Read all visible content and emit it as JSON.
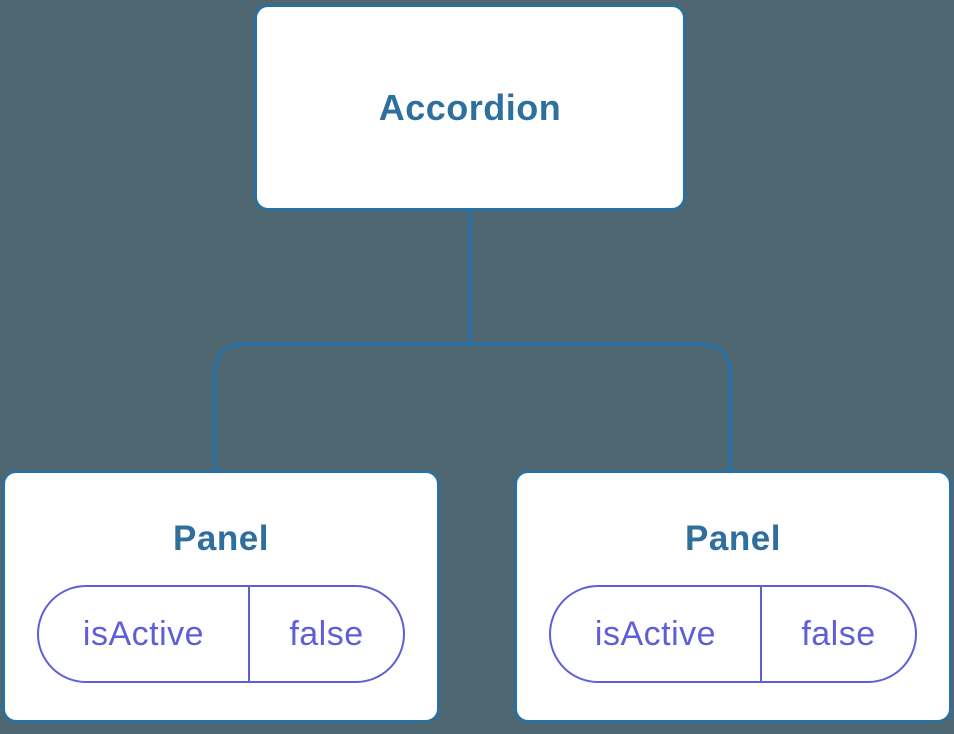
{
  "diagram": {
    "type": "react-component-tree",
    "colors": {
      "background": "#4e6770",
      "node_border": "#2b6f9f",
      "node_fill": "#ffffff",
      "title_text": "#2f6f9e",
      "state_accent": "#5e5ed8",
      "connector_line": "#2b6f9f"
    },
    "tree": {
      "root": {
        "label": "Accordion"
      },
      "panels": [
        {
          "title": "Panel",
          "state": {
            "key": "isActive",
            "value": "false"
          }
        },
        {
          "title": "Panel",
          "state": {
            "key": "isActive",
            "value": "false"
          }
        }
      ]
    }
  }
}
